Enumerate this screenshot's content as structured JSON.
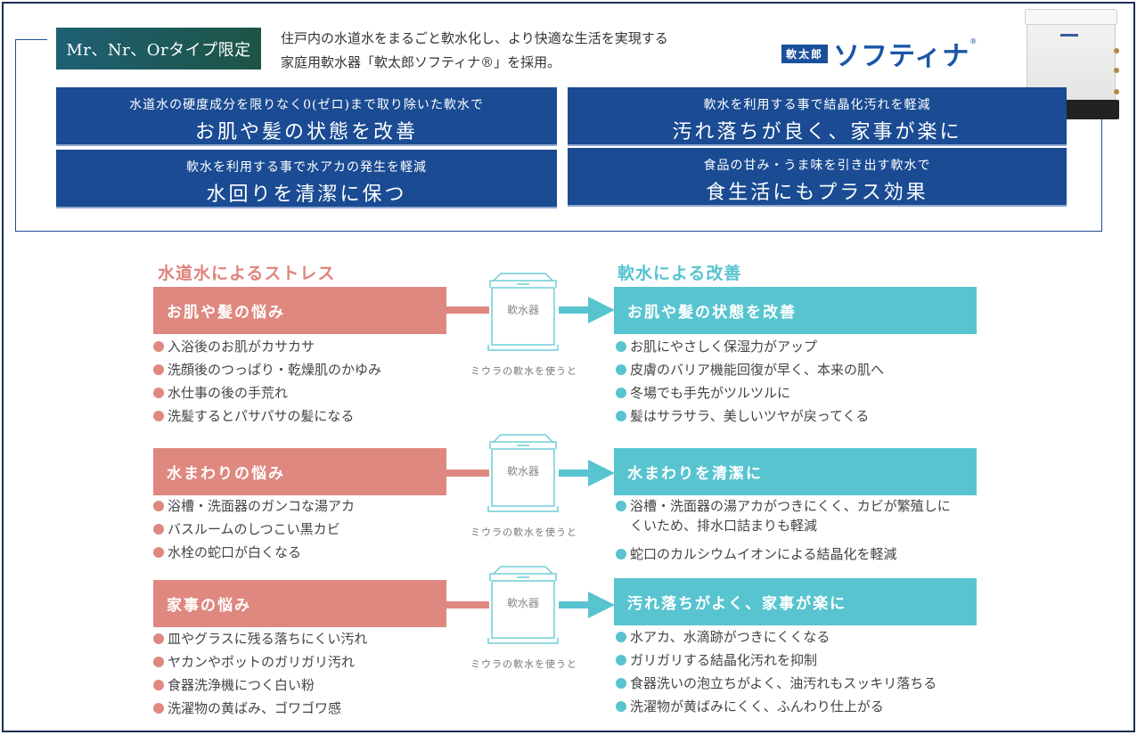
{
  "header": {
    "badge": "Mr、Nr、Orタイプ限定",
    "intro_line1": "住戸内の水道水をまるごと軟水化し、より快適な生活を実現する",
    "intro_line2": "家庭用軟水器「軟太郎ソフティナ®」を採用。",
    "logo_tag": "軟太郎",
    "logo_name": "ソフティナ",
    "logo_reg": "®"
  },
  "features": [
    {
      "sub": "水道水の硬度成分を限りなく0(ゼロ)まで取り除いた軟水で",
      "main": "お肌や髪の状態を改善"
    },
    {
      "sub": "軟水を利用する事で結晶化汚れを軽減",
      "main": "汚れ落ちが良く、家事が楽に"
    },
    {
      "sub": "軟水を利用する事で水アカの発生を軽減",
      "main": "水回りを清潔に保つ"
    },
    {
      "sub": "食品の甘み・うま味を引き出す軟水で",
      "main": "食生活にもプラス効果"
    }
  ],
  "columns": {
    "stress_title": "水道水によるストレス",
    "improve_title": "軟水による改善"
  },
  "device": {
    "label": "軟水器",
    "caption": "ミウラの軟水を使うと"
  },
  "rows": [
    {
      "problem": "お肌や髪の悩み",
      "problem_items": [
        "入浴後のお肌がカサカサ",
        "洗顔後のつっぱり・乾燥肌のかゆみ",
        "水仕事の後の手荒れ",
        "洗髪するとパサパサの髪になる"
      ],
      "solution": "お肌や髪の状態を改善",
      "solution_items": [
        "お肌にやさしく保湿力がアップ",
        "皮膚のバリア機能回復が早く、本来の肌へ",
        "冬場でも手先がツルツルに",
        "髪はサラサラ、美しいツヤが戻ってくる"
      ]
    },
    {
      "problem": "水まわりの悩み",
      "problem_items": [
        "浴槽・洗面器のガンコな湯アカ",
        "バスルームのしつこい黒カビ",
        "水栓の蛇口が白くなる"
      ],
      "solution": "水まわりを清潔に",
      "solution_items": [
        "浴槽・洗面器の湯アカがつきにくく、カビが繁殖しにくいため、排水口詰まりも軽減",
        "蛇口のカルシウムイオンによる結晶化を軽減"
      ]
    },
    {
      "problem": "家事の悩み",
      "problem_items": [
        "皿やグラスに残る落ちにくい汚れ",
        "ヤカンやポットのガリガリ汚れ",
        "食器洗浄機につく白い粉",
        "洗濯物の黄ばみ、ゴワゴワ感"
      ],
      "solution": "汚れ落ちがよく、家事が楽に",
      "solution_items": [
        "水アカ、水滴跡がつきにくくなる",
        "ガリガリする結晶化汚れを抑制",
        "食器洗いの泡立ちがよく、油汚れもスッキリ落ちる",
        "洗濯物が黄ばみにくく、ふんわり仕上がる"
      ]
    }
  ],
  "colors": {
    "navy": "#1a4b93",
    "stress": "#de8880",
    "improve": "#58c4d0"
  }
}
